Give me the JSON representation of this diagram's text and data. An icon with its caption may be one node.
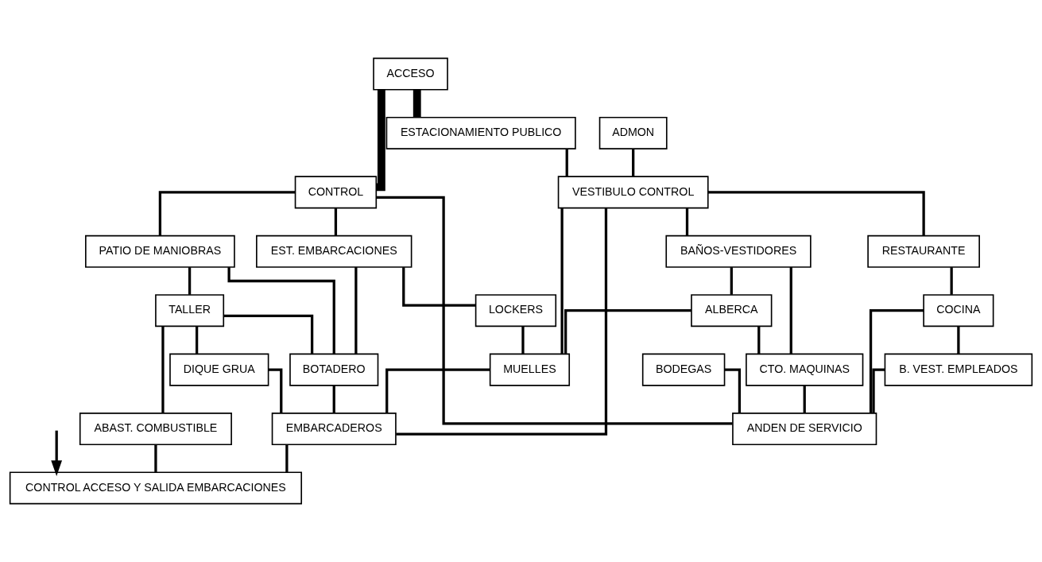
{
  "diagram": {
    "nodes": [
      {
        "text": [
          "ACCESO"
        ]
      },
      {
        "text": [
          "CONTROL"
        ]
      },
      {
        "text": [
          "ESTACIONAMIENTO PUBLICO"
        ]
      },
      {
        "text": [
          "ADMON"
        ]
      },
      {
        "text": [
          "VESTIBULO CONTROL"
        ]
      },
      {
        "text": [
          "RESTAURANTE"
        ]
      },
      {
        "text": [
          "COCINA"
        ]
      },
      {
        "text": [
          "BODEGAS"
        ]
      },
      {
        "text": [
          "ANDEN DE SERVICIO"
        ]
      },
      {
        "text": [
          "PATIO DE MANIOBRAS"
        ]
      },
      {
        "text": [
          "B. VEST. EMPLEADOS"
        ]
      },
      {
        "text": [
          "TALLER"
        ]
      },
      {
        "text": [
          "BAÑOS-VESTIDORES"
        ]
      },
      {
        "text": [
          "CTO. MAQUINAS"
        ]
      },
      {
        "text": [
          "EST. EMBARCACIONES"
        ]
      },
      {
        "text": [
          "ALBERCA"
        ]
      },
      {
        "text": [
          "LOCKERS"
        ]
      },
      {
        "text": [
          "BOTADERO"
        ]
      },
      {
        "text": [
          "DIQUE GRUA"
        ]
      },
      {
        "text": [
          "MUELLES"
        ]
      },
      {
        "text": [
          "EMBARCADEROS"
        ]
      },
      {
        "text": [
          "ABAST. COMBUSTIBLE"
        ]
      },
      {
        "text": [
          "CONTROL ACCESO Y SALIDA EMBARCACIONES"
        ]
      }
    ],
    "edges": [
      {
        "from": 0,
        "to": 2,
        "arrow": "none",
        "style": "thick"
      },
      {
        "from": 0,
        "to": 1,
        "arrow": "none",
        "style": "thick"
      },
      {
        "from": 2,
        "to": 4,
        "arrow": "none"
      },
      {
        "from": 3,
        "to": 4,
        "arrow": "none"
      },
      {
        "from": 4,
        "to": 5,
        "arrow": "none"
      },
      {
        "from": 5,
        "to": 6,
        "arrow": "none"
      },
      {
        "from": 6,
        "to": 10,
        "arrow": "none"
      },
      {
        "from": 7,
        "to": 8,
        "arrow": "none"
      },
      {
        "from": 6,
        "to": 8,
        "arrow": "none"
      },
      {
        "from": 10,
        "to": 8,
        "arrow": "none"
      },
      {
        "from": 13,
        "to": 8,
        "arrow": "none"
      },
      {
        "from": 1,
        "to": 8,
        "arrow": "none"
      },
      {
        "from": 1,
        "to": 9,
        "arrow": "none"
      },
      {
        "from": 1,
        "to": 14,
        "arrow": "none"
      },
      {
        "from": 9,
        "to": 11,
        "arrow": "none"
      },
      {
        "from": 9,
        "to": 17,
        "arrow": "none"
      },
      {
        "from": 11,
        "to": 17,
        "arrow": "none"
      },
      {
        "from": 11,
        "to": 18,
        "arrow": "none"
      },
      {
        "from": 11,
        "to": 21,
        "arrow": "none"
      },
      {
        "from": 4,
        "to": 12,
        "arrow": "none"
      },
      {
        "from": 12,
        "to": 15,
        "arrow": "none"
      },
      {
        "from": 12,
        "to": 13,
        "arrow": "none"
      },
      {
        "from": 15,
        "to": 13,
        "arrow": "none"
      },
      {
        "from": 14,
        "to": 16,
        "arrow": "none"
      },
      {
        "from": 14,
        "to": 17,
        "arrow": "none"
      },
      {
        "from": 4,
        "to": 19,
        "arrow": "none"
      },
      {
        "from": 4,
        "to": 20,
        "arrow": "none"
      },
      {
        "from": 15,
        "to": 19,
        "arrow": "none"
      },
      {
        "from": 16,
        "to": 19,
        "arrow": "none"
      },
      {
        "from": 19,
        "to": 20,
        "arrow": "none"
      },
      {
        "from": 17,
        "to": 20,
        "arrow": "none"
      },
      {
        "from": 18,
        "to": 20,
        "arrow": "none"
      },
      {
        "from": 20,
        "to": 22,
        "arrow": "none"
      },
      {
        "from": 21,
        "to": 22,
        "arrow": "none"
      },
      {
        "from": null,
        "to": 22,
        "arrow": "to"
      }
    ]
  }
}
